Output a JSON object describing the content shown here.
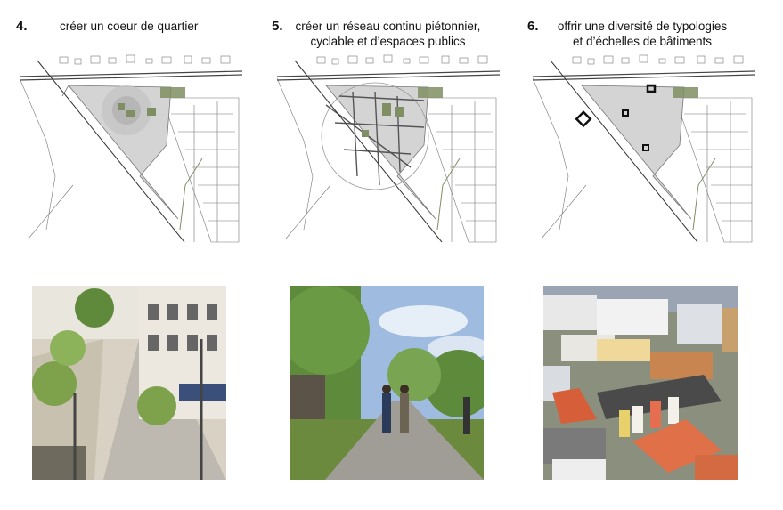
{
  "panels": [
    {
      "number": "4.",
      "title_lines": [
        "créer un coeur de quartier"
      ],
      "map_icon": "site-plan-central-square",
      "photo_icon": "street-photo-icon"
    },
    {
      "number": "5.",
      "title_lines": [
        "créer un réseau continu piétonnier,",
        "cyclable et d’espaces publics"
      ],
      "map_icon": "site-plan-street-network",
      "photo_icon": "pedestrian-path-photo-icon"
    },
    {
      "number": "6.",
      "title_lines": [
        "offrir une diversité de typologies",
        "et d’échelles de bâtiments"
      ],
      "map_icon": "site-plan-building-typologies",
      "photo_icon": "housing-aerial-photo-icon"
    }
  ],
  "colors": {
    "site_fill": "#d4d4d4",
    "accent_green": "#7f8f63",
    "line": "#555555"
  }
}
